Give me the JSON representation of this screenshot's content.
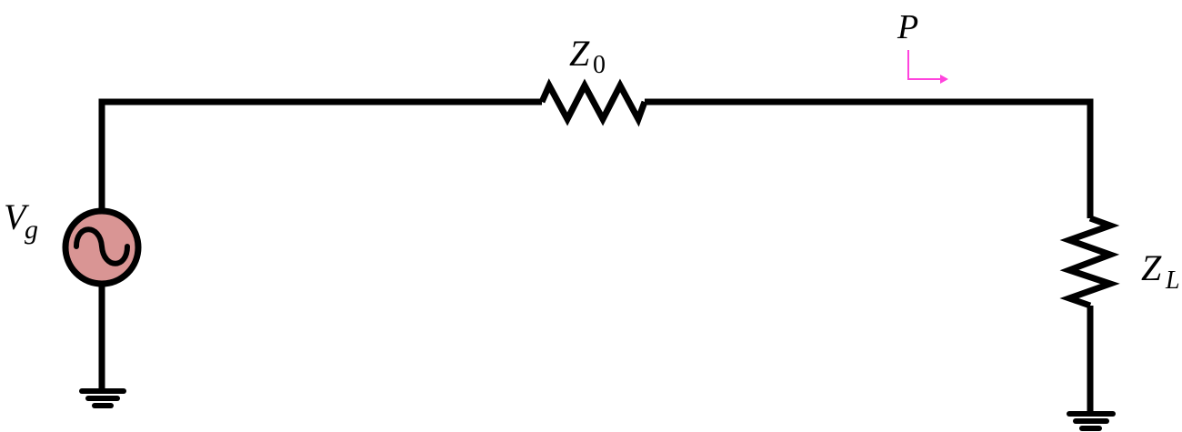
{
  "labels": {
    "source": {
      "main": "V",
      "sub": "g"
    },
    "line_impedance": {
      "main": "Z",
      "sub": "0"
    },
    "load_impedance": {
      "main": "Z",
      "sub": "L"
    },
    "power": "P"
  },
  "colors": {
    "wire": "#000000",
    "source_fill": "#d99594",
    "power_arrow": "#ff44dd"
  }
}
